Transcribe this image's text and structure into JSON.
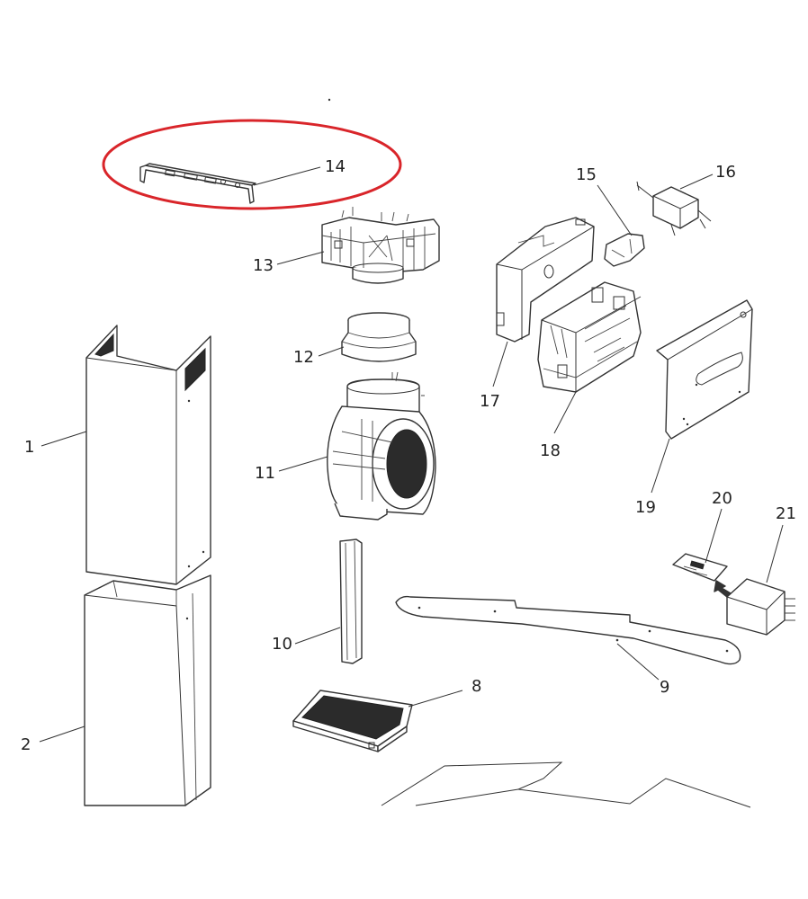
{
  "colors": {
    "highlight": "#d9252a",
    "line": "#333333",
    "text": "#222222",
    "background": "#ffffff"
  },
  "labels": {
    "p1": "1",
    "p2": "2",
    "p8": "8",
    "p9": "9",
    "p10": "10",
    "p11": "11",
    "p12": "12",
    "p13": "13",
    "p14": "14",
    "p15": "15",
    "p16": "16",
    "p17": "17",
    "p18": "18",
    "p19": "19",
    "p20": "20",
    "p21": "21"
  },
  "highlighted_part": "14"
}
